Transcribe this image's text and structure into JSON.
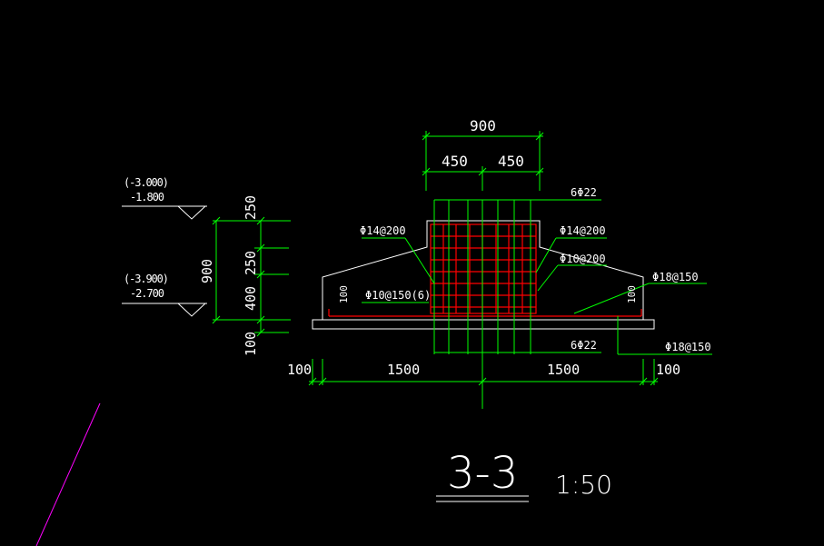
{
  "drawing": {
    "section_title": "3-3",
    "scale": "1:50",
    "colors": {
      "background": "#000000",
      "outline": "#ffffff",
      "dimension": "#00ff00",
      "rebar": "#ff0000",
      "leader": "#00ff00",
      "stray_line": "#ff00ff"
    },
    "elevations": {
      "top_level_original": "(-3.000)",
      "top_level": "-1.800",
      "bottom_level_original": "(-3.900)",
      "bottom_level": "-2.700"
    },
    "vertical_dimensions": {
      "total": "900",
      "upper": "250",
      "middle": "250",
      "lower": "400",
      "bottom": "100"
    },
    "horizontal_dimensions": {
      "column_total": "900",
      "column_left": "450",
      "column_right": "450",
      "base_left_offset": "100",
      "base_left": "1500",
      "base_right": "1500",
      "base_right_offset": "100"
    },
    "rebar_labels": {
      "top_main": "6Φ22",
      "bottom_main": "6Φ22",
      "left_side": "Φ14@200",
      "right_side": "Φ14@200",
      "stirrup": "Φ10@200",
      "stirrup_base": "Φ10@150(6)",
      "slab_top": "Φ18@150",
      "slab_bottom": "Φ18@150",
      "cover_left": "100",
      "cover_right": "100"
    }
  }
}
